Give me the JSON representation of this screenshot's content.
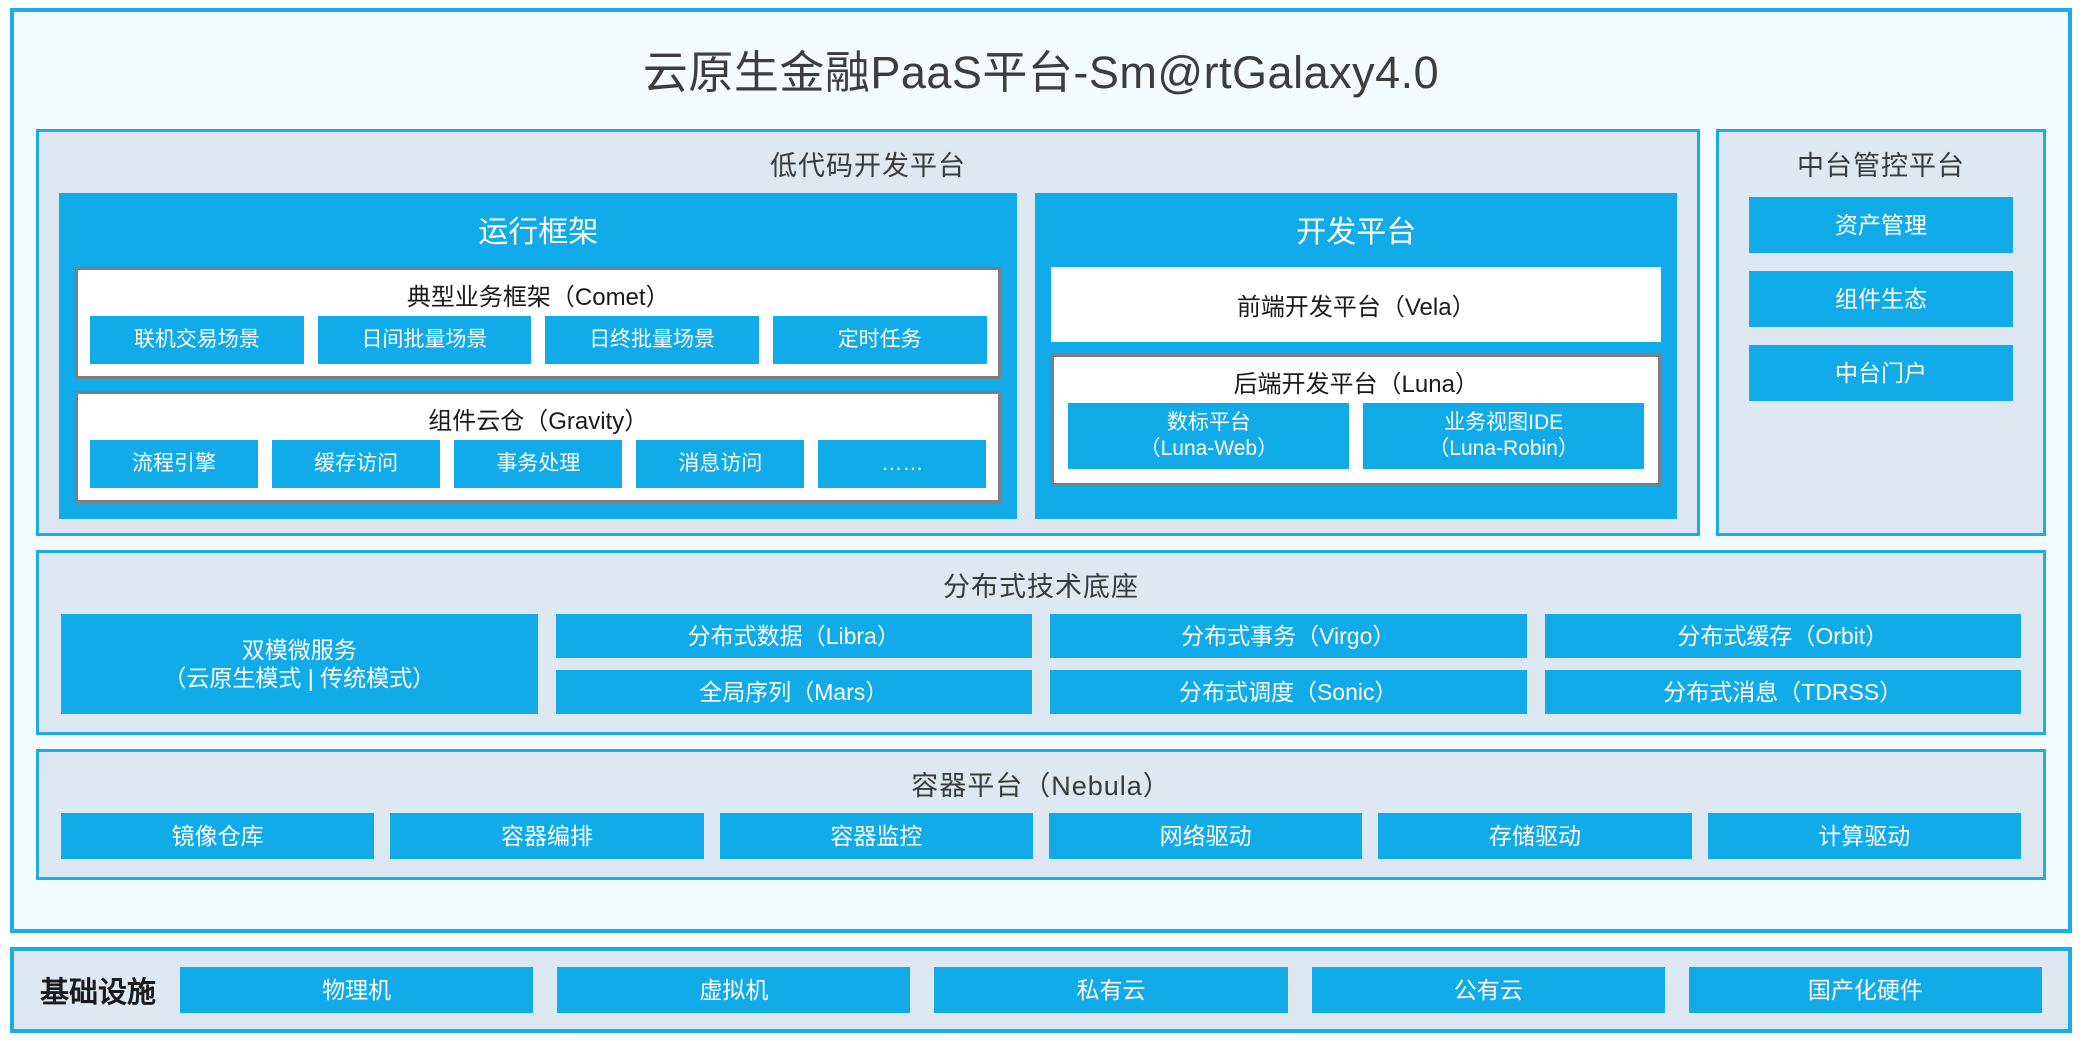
{
  "colors": {
    "accent": "#1CACE8",
    "box_blue": "#12ABE9",
    "section_bg": "#DDE8F3",
    "card_bg": "#F4FBFE",
    "box_border_gray": "#7F7F7F"
  },
  "title": "云原生金融PaaS平台-Sm@rtGalaxy4.0",
  "lowcode": {
    "title": "低代码开发平台",
    "runtime": {
      "title": "运行框架",
      "comet": {
        "title": "典型业务框架（Comet）",
        "items": [
          "联机交易场景",
          "日间批量场景",
          "日终批量场景",
          "定时任务"
        ]
      },
      "gravity": {
        "title": "组件云仓（Gravity）",
        "items": [
          "流程引擎",
          "缓存访问",
          "事务处理",
          "消息访问",
          "……"
        ]
      }
    },
    "devplatform": {
      "title": "开发平台",
      "vela": "前端开发平台（Vela）",
      "luna": {
        "title": "后端开发平台（Luna）",
        "items": [
          {
            "line1": "数标平台",
            "line2": "（Luna-Web）"
          },
          {
            "line1": "业务视图IDE",
            "line2": "（Luna-Robin）"
          }
        ]
      }
    }
  },
  "midplatform": {
    "title": "中台管控平台",
    "items": [
      "资产管理",
      "组件生态",
      "中台门户"
    ]
  },
  "distributed": {
    "title": "分布式技术底座",
    "dual_mode": {
      "line1": "双模微服务",
      "line2": "（云原生模式 | 传统模式）"
    },
    "columns": [
      [
        "分布式数据（Libra）",
        "全局序列（Mars）"
      ],
      [
        "分布式事务（Virgo）",
        "分布式调度（Sonic）"
      ],
      [
        "分布式缓存（Orbit）",
        "分布式消息（TDRSS）"
      ]
    ]
  },
  "container": {
    "title": "容器平台（Nebula）",
    "items": [
      "镜像仓库",
      "容器编排",
      "容器监控",
      "网络驱动",
      "存储驱动",
      "计算驱动"
    ]
  },
  "infrastructure": {
    "label": "基础设施",
    "items": [
      "物理机",
      "虚拟机",
      "私有云",
      "公有云",
      "国产化硬件"
    ]
  }
}
